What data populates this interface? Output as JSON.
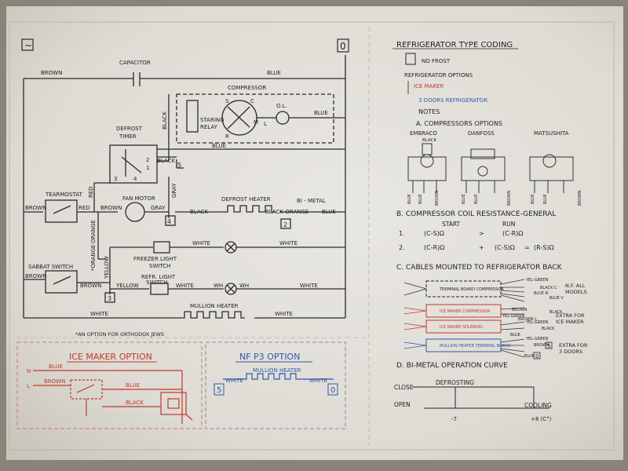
{
  "left_panel": {
    "ac_symbol": "~",
    "zero_terminal": "0",
    "wires": {
      "brown_top": "BROWN",
      "capacitor": "CAPACITOR",
      "blue_top": "BLUE",
      "compressor": "COMPRESSOR",
      "black_v": "BLACK",
      "staring": "STARING",
      "relay": "RELAY",
      "ol": "O.L.",
      "blue_ol": "BLUE",
      "defrost": "DEFROST",
      "timer": "TIMER",
      "black_timer": "BLACK",
      "t5": "5",
      "blue_mid": "BLUE",
      "red_v": "RED",
      "gray_v": "GRAY",
      "t4": "4",
      "termostat": "TEARMOSTAT",
      "brown_term": "BROWN",
      "red_h": "RED",
      "fan_motor": "FAN MOTOR",
      "brown_fan": "BROWN",
      "gray_h": "GRAY",
      "defrost_heater": "DEFROST HEATER",
      "bimetal": "BI - METAL",
      "black_dh": "BLACK",
      "black_orange": "BLACK ORANGE",
      "blue_bm": "BLUE",
      "t2": "2",
      "orange_v": "ORANGE",
      "orange_star": "*ORANGE",
      "white_fl1": "WHITE",
      "white_fl2": "WHITE",
      "freezer_light": "FREEZER LIGHT",
      "switch_fl": "SWITCH",
      "sabbat": "SABBAT SWITCH",
      "brown_sab": "BROWN",
      "yellow_v": "YELLOW",
      "refr_light": "REFR. LIGHT",
      "switch_rl": "SWITCH",
      "yellow_h": "YELLOW",
      "white_rl": "WHITE",
      "wh1": "WH",
      "wh2": "WH",
      "white_rl2": "WHITE",
      "brown_sab2": "BROWN",
      "t3": "3",
      "mullion": "MULLION HEATER",
      "white_m1": "WHITE",
      "white_m2": "WHITE",
      "orthodox": "*AN OPTION FOR ORTHODOX JEWS",
      "timer_3": "3",
      "timer_4": "4",
      "timer_2": "2",
      "timer_1": "1",
      "c_s": "S",
      "c_r": "R",
      "c_c": "C",
      "c_m": "M",
      "c_l": "L"
    },
    "ice_maker": {
      "title": "ICE MAKER OPTION",
      "n": "N",
      "l": "L",
      "blue1": "BLUE",
      "brown": "BROWN",
      "blue2": "BLUE",
      "black": "BLACK"
    },
    "nf_p3": {
      "title": "NF P3 OPTION",
      "mullion": "MULLION HEATER",
      "white1": "WHITE",
      "white2": "WHITE",
      "t5": "5",
      "t0": "0"
    }
  },
  "right_panel": {
    "title": "REFRIGERATOR TYPE CODING",
    "no_frost": "NO FROST",
    "options": "REFRIGERATOR OPTIONS",
    "ice_maker": "ICE MAKER",
    "three_doors": "3 DOORS REFRIGERATOR",
    "notes": "NOTES",
    "section_a": "A. COMPRESSORS OPTIONS",
    "embraco": "EMBRACO",
    "danfoss": "DANFOSS",
    "matsushita": "MATSUSHITA",
    "black_label": "BLACK",
    "comp_wires": [
      "BLUE",
      "BLUE",
      "BROWN",
      "BLUE",
      "BLUE",
      "BROWN",
      "BLUE",
      "BLUE",
      "BROWN"
    ],
    "section_b": "B. COMPRESSOR COIL RESISTANCE-GENERAL",
    "start": "START",
    "run": "RUN",
    "row1_num": "1.",
    "row1_a": "(C-S)Ω",
    "row1_op": ">",
    "row1_b": "(C-R)Ω",
    "row2_num": "2.",
    "row2_a": "(C-R)Ω",
    "row2_op1": "+",
    "row2_b": "(C-S)Ω",
    "row2_op2": "=",
    "row2_c": "(R-S)Ω",
    "section_c": "C. CABLES MOUNTED TO REFRIGERATOR BACK",
    "box1": "TERMINAL BOARD COMPRESSOR",
    "box2": "ICE MAKER COMPRESSOR",
    "box3": "ICE MAKER SOLENOID",
    "box4": "MULLION HEATER TERMINAL BOARD",
    "nf_all": "N.F. ALL",
    "models": "MODELS",
    "extra_ice": "EXTRA FOR",
    "extra_ice2": "ICE MAKER",
    "extra_3": "EXTRA FOR",
    "extra_3b": "3 DOORS",
    "c_labels": [
      "YEL-GREEN",
      "BLACK C",
      "BLUE N",
      "BLUE V",
      "BROWN L",
      "YEL-GREEN",
      "BLACK",
      "YEL-GREEN",
      "BROWN",
      "BLUE",
      "YEL-GREEN",
      "BROWN",
      "BLACK",
      "BLUE"
    ],
    "term_5": "5",
    "term_0": "0",
    "section_d": "D. BI-METAL OPERATION CURVE",
    "close": "CLOSE",
    "open": "OPEN",
    "defrosting": "DEFROSTING",
    "cooling": "COOLING",
    "minus7": "-7",
    "plus8": "+8  (C°)"
  }
}
